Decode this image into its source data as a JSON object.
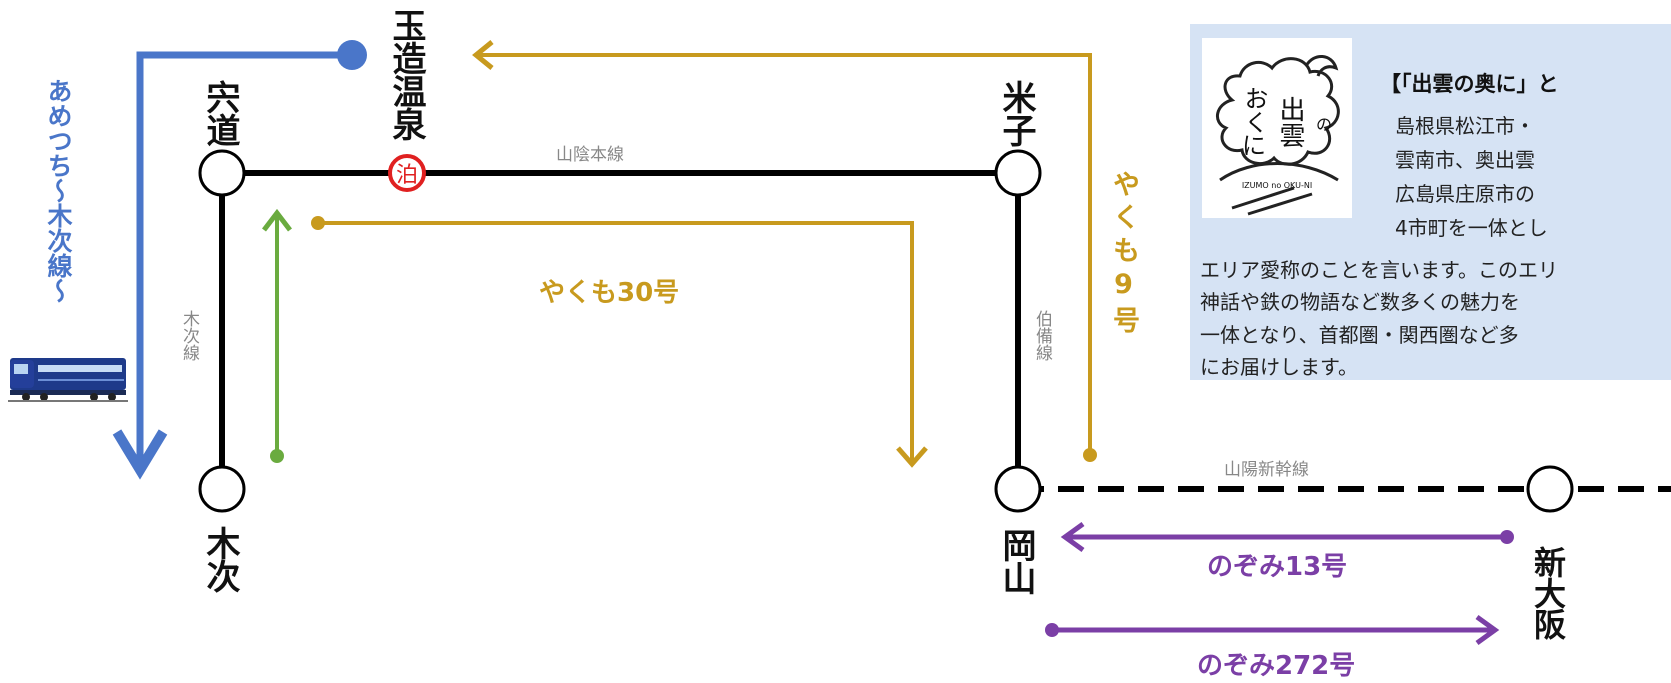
{
  "stations": {
    "shinji": "宍道",
    "tamatsukuri": "玉造温泉",
    "yonago": "米子",
    "kisuki": "木次",
    "okayama": "岡山",
    "shin_osaka": "新大阪"
  },
  "lines": {
    "sanin": "山陰本線",
    "kisuki": "木次線",
    "hakubi": "伯備線",
    "sanyo_shinkansen": "山陽新幹線"
  },
  "trains": {
    "amatsuchi": "あめつち〜木次線〜",
    "yakumo30": "やくも30号",
    "yakumo9": "やくも9号",
    "nozomi13": "のぞみ13号",
    "nozomi272": "のぞみ272号"
  },
  "stay_badge": "泊",
  "info": {
    "title": "【「出雲の奥に」と",
    "lines": [
      "島根県松江市・",
      "雲南市、奥出雲",
      "広島県庄原市の",
      "4市町を一体とし",
      "エリア愛称のことを言います。このエリ",
      "神話や鉄の物語など数多くの魅力を",
      "一体となり、首都圏・関西圏など多",
      "にお届けします。"
    ],
    "logo": {
      "main": "出雲",
      "no": "の",
      "oku": "おく",
      "ni": "に",
      "romaji": "IZUMO no OKU-NI"
    }
  },
  "colors": {
    "blue": "#4a76c9",
    "gold": "#c89a1e",
    "green": "#6aab3f",
    "purple": "#7b3fa6",
    "red": "#e02020",
    "info_bg": "#d6e3f4"
  }
}
